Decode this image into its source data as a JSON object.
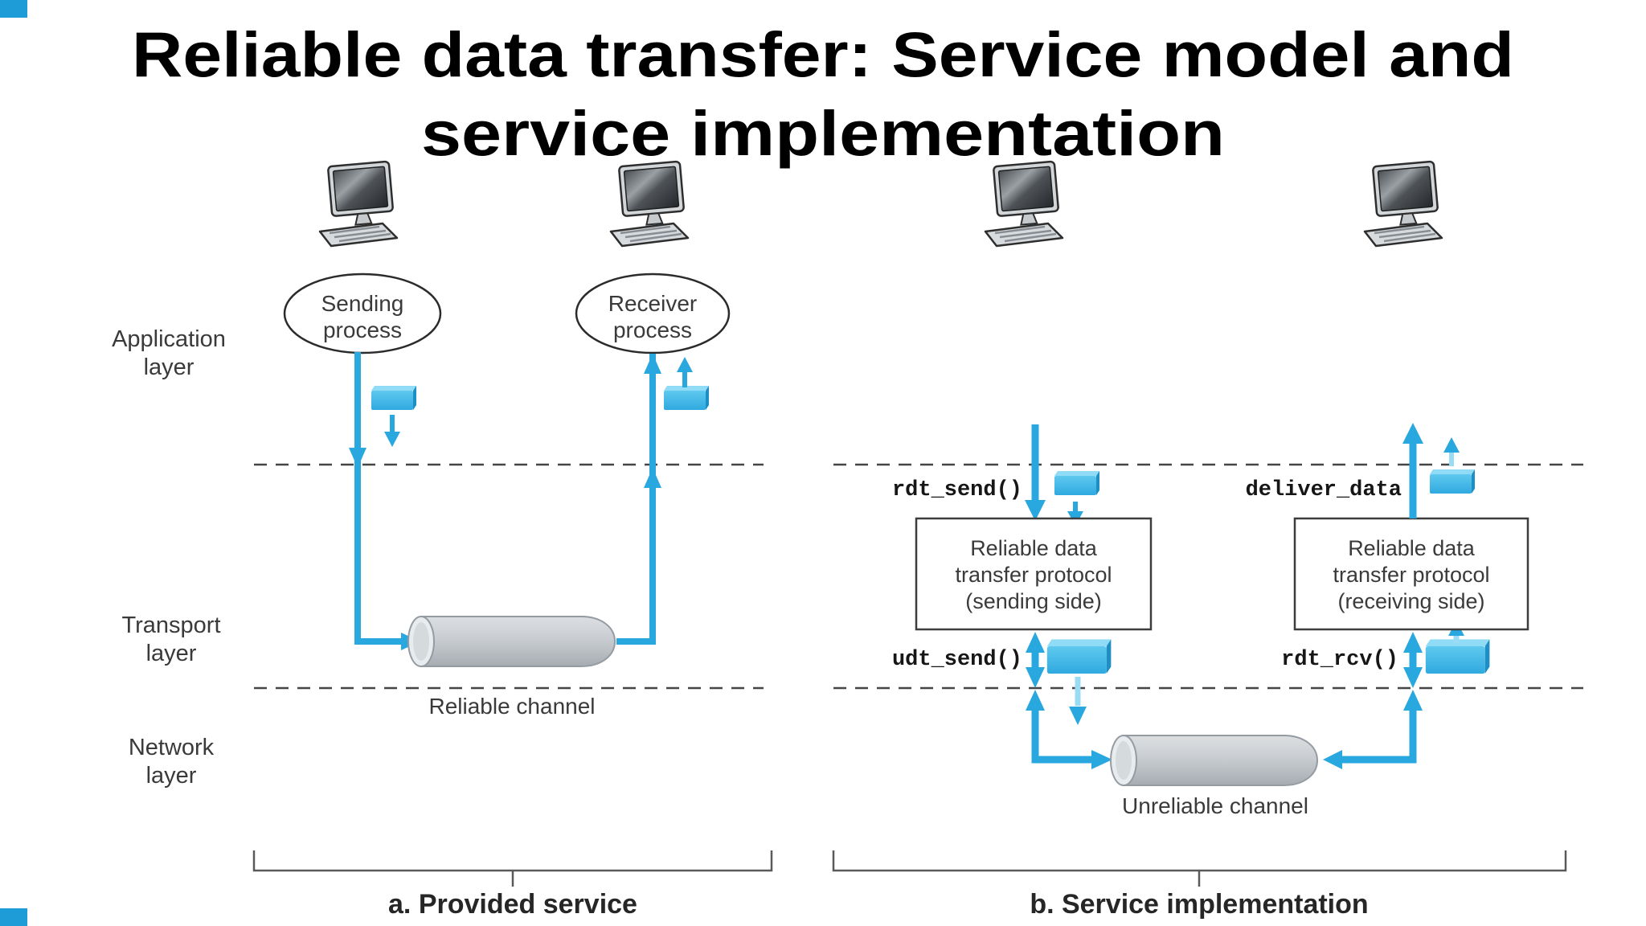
{
  "title": {
    "line1": "Reliable data transfer: Service model and",
    "line2": "service implementation"
  },
  "layers": {
    "application": [
      "Application",
      "layer"
    ],
    "transport": [
      "Transport",
      "layer"
    ],
    "network": [
      "Network",
      "layer"
    ]
  },
  "panel_a": {
    "sending_process": [
      "Sending",
      "process"
    ],
    "receiver_process": [
      "Receiver",
      "process"
    ],
    "channel_label": "Reliable channel",
    "caption": "a. Provided service"
  },
  "panel_b": {
    "rdt_send_label": "rdt_send()",
    "deliver_data_label": "deliver_data",
    "udt_send_label": "udt_send()",
    "rdt_rcv_label": "rdt_rcv()",
    "sending_box": [
      "Reliable data",
      "transfer protocol",
      "(sending side)"
    ],
    "receiving_box": [
      "Reliable data",
      "transfer protocol",
      "(receiving side)"
    ],
    "channel_label": "Unreliable channel",
    "caption": "b. Service implementation"
  },
  "icons": {
    "computer": "computer-icon",
    "packet": "packet-icon"
  },
  "colors": {
    "arrow_blue": "#29A8E0",
    "packet_blue": "#45BCEA",
    "channel_gray": "#C7CCD0",
    "dash_gray": "#454545",
    "accent_blue": "#1E9CD8"
  }
}
